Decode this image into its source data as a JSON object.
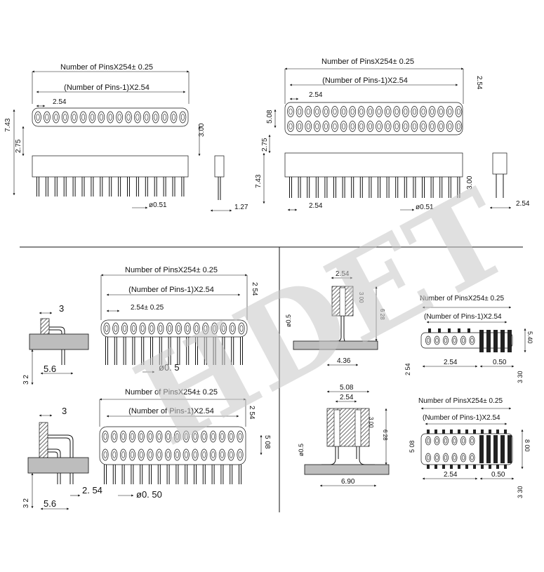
{
  "panels": {
    "top_left": {
      "total_length": "Number of PinsX254± 0.25",
      "pitch_span": "(Number of Pins-1)X2.54",
      "pitch": "2.54",
      "height_total": "7.43",
      "height_body": "2.75",
      "tail": "3.00",
      "pin_dia": "ø0.51",
      "side_width": "1.27"
    },
    "top_right": {
      "total_length": "Number of PinsX254± 0.25",
      "pitch_span": "(Number of Pins-1)X2.54",
      "pitch": "2.54",
      "row_pitch_side": "2.54",
      "row_spacing": "5.08",
      "height_body": "2.75",
      "height_total": "7.43",
      "pitch_bottom": "2.54",
      "pin_dia": "ø0.51",
      "tail": "3.00",
      "side_width": "2.54"
    },
    "mid_left": {
      "total_length": "Number of PinsX254± 0.25",
      "pitch_span": "(Number of Pins-1)X2.54",
      "pitch": "2.54± 0.25",
      "side": "2 54",
      "top_dim": "3",
      "body_dim": "5.6",
      "height_dim": "3 2",
      "pin_dia": "ø0. 5"
    },
    "bottom_left": {
      "total_length": "Number of PinsX254± 0.25",
      "pitch_span": "(Number of Pins-1)X2.54",
      "side": "2 54",
      "row_spacing": "5 08",
      "top_dim": "3",
      "body_dim": "5.6",
      "height_dim": "3 2",
      "pitch_bottom": "2. 54",
      "pin_dia": "ø0. 50"
    },
    "mid_right_side": {
      "width": "2.54",
      "length": "3 00",
      "height": "6 28",
      "pin_dia": "ø0.5",
      "foot": "4.36"
    },
    "bottom_right_side": {
      "width_outer": "5.08",
      "width_inner": "2.54",
      "length": "3 00",
      "height": "6 28",
      "pin_dia": "ø0.5",
      "foot": "6.90"
    },
    "smt_single": {
      "total_length": "Number of PinsX254± 0.25",
      "pitch_span": "(Number of Pins-1)X2.54",
      "pad_height": "5.40",
      "side": "2 54",
      "pitch": "2.54",
      "pad_width": "0.50",
      "height": "3 30"
    },
    "smt_dual": {
      "total_length": "Number of PinsX254± 0.25",
      "pitch_span": "(Number of Pins-1)X2.54",
      "row_spacing": "5 08",
      "pad_span": "8 00",
      "pitch": "2.54",
      "pad_width": "0.50",
      "height": "3 30"
    }
  },
  "watermark": "HDET"
}
